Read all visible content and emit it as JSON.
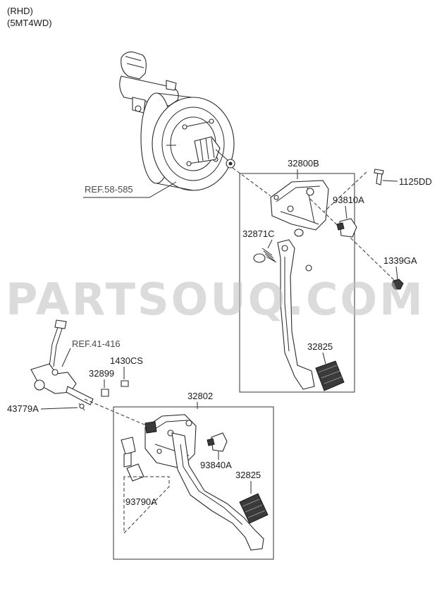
{
  "header": {
    "line1": "(RHD)",
    "line2": "(5MT4WD)"
  },
  "watermark": "PARTSOUQ.COM",
  "labels": {
    "ref_58_585": "REF.58-585",
    "p32800B": "32800B",
    "p1125DD": "1125DD",
    "p93810A": "93810A",
    "p32871C": "32871C",
    "p1339GA": "1339GA",
    "p32825_top": "32825",
    "ref_41_416": "REF.41-416",
    "p1430CS": "1430CS",
    "p32899": "32899",
    "p43779A": "43779A",
    "p32802": "32802",
    "p93840A": "93840A",
    "p32825_bottom": "32825",
    "p93790A": "93790A"
  }
}
